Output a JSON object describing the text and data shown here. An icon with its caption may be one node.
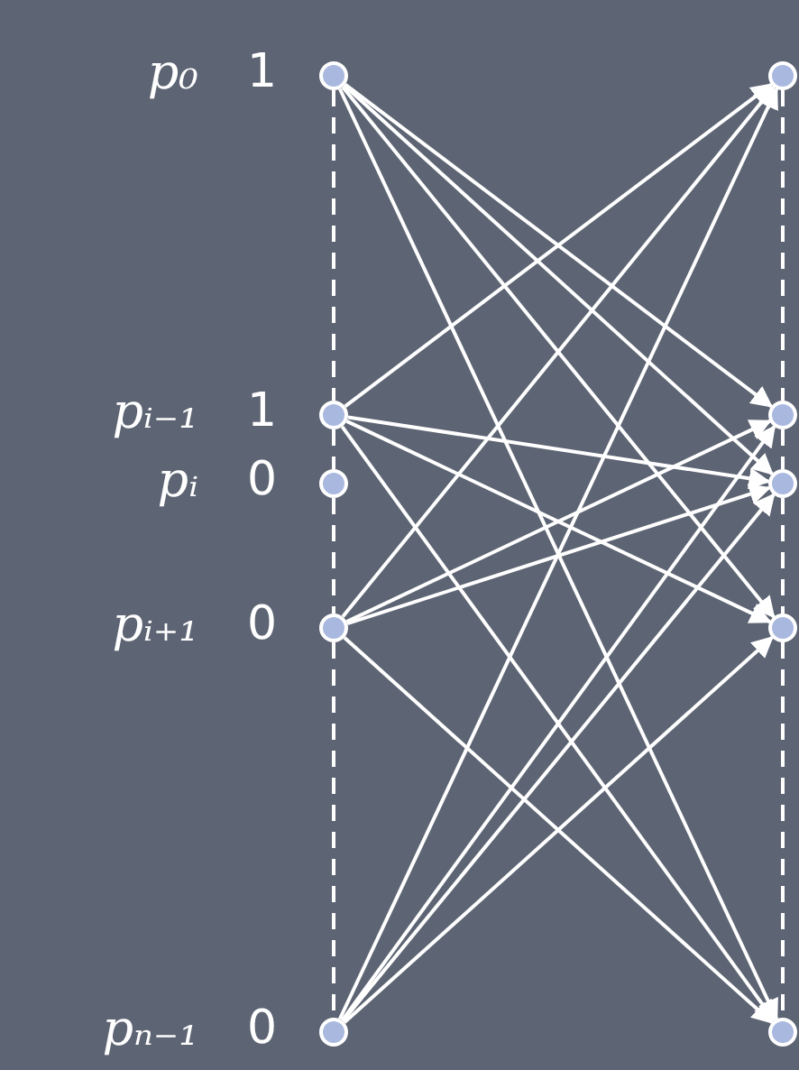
{
  "diagram": {
    "nodes": [
      {
        "text": [],
        "shape": "circle",
        "beside": [
          "p₀",
          "1"
        ]
      },
      {
        "text": [],
        "shape": "circle",
        "beside": [
          "pᵢ₋₁",
          "1"
        ]
      },
      {
        "text": [],
        "shape": "circle",
        "beside": [
          "pᵢ",
          "0"
        ]
      },
      {
        "text": [],
        "shape": "circle",
        "beside": [
          "pᵢ₊₁",
          "0"
        ]
      },
      {
        "text": [],
        "shape": "circle",
        "beside": [
          "pₙ₋₁",
          "0"
        ]
      },
      {
        "text": [],
        "shape": "circle"
      },
      {
        "text": [],
        "shape": "circle"
      },
      {
        "text": [],
        "shape": "circle"
      },
      {
        "text": [],
        "shape": "circle"
      },
      {
        "text": [],
        "shape": "circle"
      }
    ],
    "edges": [
      {
        "from": 0,
        "to": 1,
        "arrow": "none",
        "style": "dashed"
      },
      {
        "from": 1,
        "to": 2,
        "arrow": "none",
        "style": "dashed"
      },
      {
        "from": 2,
        "to": 3,
        "arrow": "none",
        "style": "dashed"
      },
      {
        "from": 3,
        "to": 4,
        "arrow": "none",
        "style": "dashed"
      },
      {
        "from": 5,
        "to": 6,
        "arrow": "none",
        "style": "dashed"
      },
      {
        "from": 6,
        "to": 7,
        "arrow": "none",
        "style": "dashed"
      },
      {
        "from": 7,
        "to": 8,
        "arrow": "none",
        "style": "dashed"
      },
      {
        "from": 8,
        "to": 9,
        "arrow": "none",
        "style": "dashed"
      },
      {
        "from": 0,
        "to": 6,
        "arrow": "to"
      },
      {
        "from": 0,
        "to": 7,
        "arrow": "to"
      },
      {
        "from": 0,
        "to": 8,
        "arrow": "to"
      },
      {
        "from": 0,
        "to": 9,
        "arrow": "to"
      },
      {
        "from": 1,
        "to": 5,
        "arrow": "to"
      },
      {
        "from": 1,
        "to": 7,
        "arrow": "to"
      },
      {
        "from": 1,
        "to": 8,
        "arrow": "to"
      },
      {
        "from": 1,
        "to": 9,
        "arrow": "to"
      },
      {
        "from": 3,
        "to": 5,
        "arrow": "to"
      },
      {
        "from": 3,
        "to": 6,
        "arrow": "to"
      },
      {
        "from": 3,
        "to": 7,
        "arrow": "to"
      },
      {
        "from": 3,
        "to": 9,
        "arrow": "to"
      },
      {
        "from": 4,
        "to": 5,
        "arrow": "to"
      },
      {
        "from": 4,
        "to": 6,
        "arrow": "to"
      },
      {
        "from": 4,
        "to": 7,
        "arrow": "to"
      },
      {
        "from": 4,
        "to": 8,
        "arrow": "to"
      }
    ]
  }
}
